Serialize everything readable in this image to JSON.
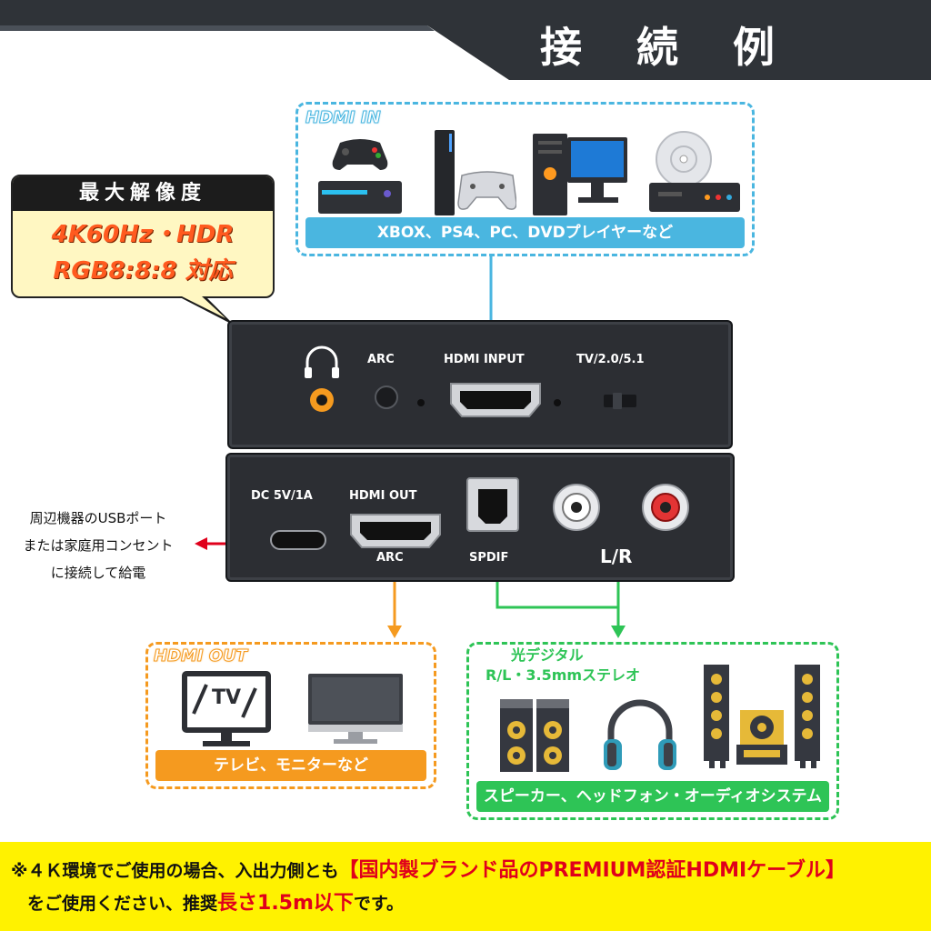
{
  "header": {
    "title": "接 続 例"
  },
  "resolution": {
    "heading": "最大解像度",
    "line1": "4K60Hz・HDR",
    "line2": "RGB8:8:8 対応"
  },
  "hdmi_in": {
    "label": "HDMI IN",
    "caption": "XBOX、PS4、PC、DVDプレイヤーなど"
  },
  "device_top": {
    "arc_label": "ARC",
    "hdmi_input_label": "HDMI INPUT",
    "tv_label": "TV/2.0/5.1"
  },
  "device_bottom": {
    "dc_label": "DC 5V/1A",
    "hdmi_out_label": "HDMI OUT",
    "arc_label": "ARC",
    "spdif_label": "SPDIF",
    "lr_label": "L/R"
  },
  "usb_note": {
    "line1": "周辺機器のUSBポート",
    "line2": "または家庭用コンセント",
    "line3": "に接続して給電"
  },
  "hdmi_out": {
    "label": "HDMI OUT",
    "tv_text": "TV",
    "caption": "テレビ、モニターなど"
  },
  "audio": {
    "label_line1": "光デジタル",
    "label_line2": "R/L・3.5mmステレオ",
    "caption": "スピーカー、ヘッドフォン・オーディオシステムなど"
  },
  "note": {
    "line1_prefix": "※４Ｋ環境でご使用の場合、入出力側とも",
    "line1_red": "【国内製ブランド品のPREMIUM認証HDMIケーブル】",
    "line2_prefix": "をご使用ください、推奨",
    "line2_red": "長さ1.5m以下",
    "line2_suffix": "です。"
  },
  "colors": {
    "hdmi_in": "#4ab6e0",
    "hdmi_out": "#f59a1f",
    "audio": "#2ec456",
    "power_arrow": "#e0001b",
    "banner": "#2f3338"
  }
}
